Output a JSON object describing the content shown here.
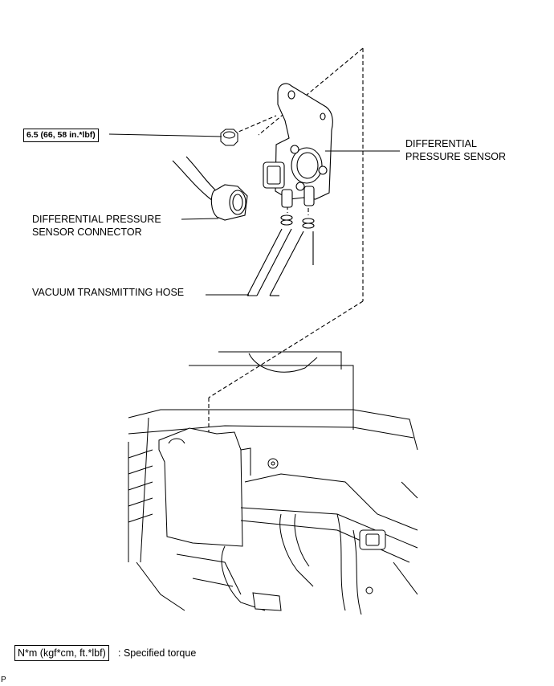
{
  "labels": {
    "torque_value": "6.5 (66, 58 in.*lbf)",
    "sensor_line1": "DIFFERENTIAL",
    "sensor_line2": "PRESSURE SENSOR",
    "connector_line1": "DIFFERENTIAL PRESSURE",
    "connector_line2": "SENSOR CONNECTOR",
    "hose": "VACUUM TRANSMITTING HOSE"
  },
  "legend": {
    "unit_box": "N*m (kgf*cm, ft.*lbf)",
    "description": ": Specified torque"
  },
  "corner_mark": "P"
}
